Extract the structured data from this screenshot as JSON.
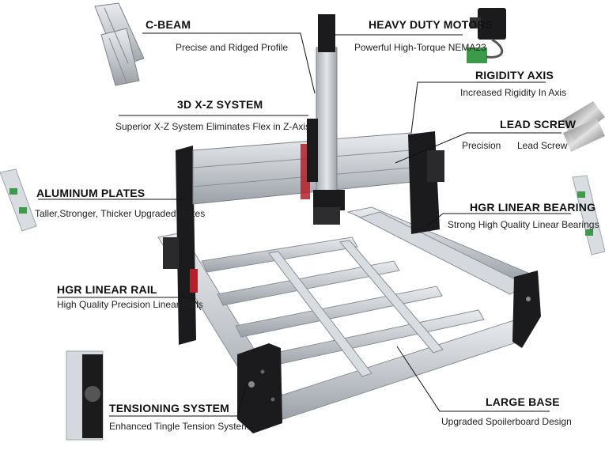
{
  "features": {
    "c_beam": {
      "title": "C-BEAM",
      "subtitle": "Precise and Ridged Profile"
    },
    "motors": {
      "title": "HEAVY DUTY MOTORS",
      "subtitle": "Powerful High-Torque NEMA23"
    },
    "rigidity": {
      "title": "RIGIDITY AXIS",
      "subtitle": "Increased Rigidity In Axis"
    },
    "xz": {
      "title": "3D X-Z SYSTEM",
      "subtitle": "Superior X-Z System Eliminates Flex in Z-Axis"
    },
    "lead_screw": {
      "title": "LEAD SCREW",
      "subtitle_left": "Precision",
      "subtitle_right": "Lead Screw"
    },
    "aluminum": {
      "title": "ALUMINUM PLATES",
      "subtitle": "Taller,Stronger, Thicker Upgraded Plates"
    },
    "hgr_bearing": {
      "title": "HGR LINEAR BEARING",
      "subtitle": "Strong High Quality Linear Bearings"
    },
    "hgr_rail": {
      "title": "HGR LINEAR RAIL",
      "subtitle": "High Quality Precision Linear Rails"
    },
    "large_base": {
      "title": "LARGE BASE",
      "subtitle": "Upgraded Spoilerboard Design"
    },
    "tensioning": {
      "title": "TENSIONING SYSTEM",
      "subtitle": "Enhanced Tingle Tension System"
    }
  },
  "colors": {
    "aluminum": "#c9ccd0",
    "aluminum_dark": "#9da2a8",
    "black_plate": "#1b1b1d",
    "accent_red": "#b3202a",
    "connector_green": "#3d9a4a",
    "leader_line": "#111111"
  }
}
